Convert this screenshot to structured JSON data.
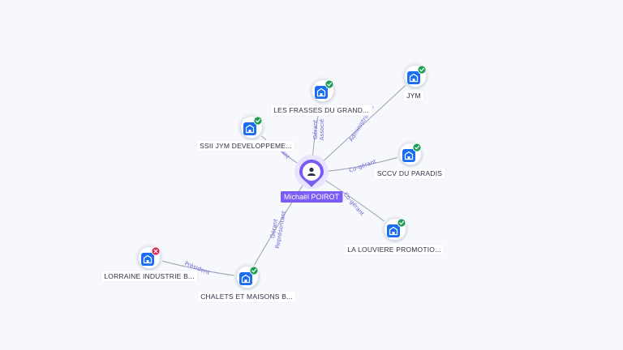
{
  "center": {
    "name": "Michaël POIROT",
    "icon": "person-icon",
    "color": "#7b5cf5"
  },
  "companies": [
    {
      "id": "les-frasses",
      "name": "LES FRASSES DU GRAND...",
      "status": "active"
    },
    {
      "id": "jym",
      "name": "JYM",
      "status": "active"
    },
    {
      "id": "ssii-jym",
      "name": "SSII JYM DEVELOPPEME...",
      "status": "active"
    },
    {
      "id": "sccv-paradis",
      "name": "SCCV DU PARADIS",
      "status": "active"
    },
    {
      "id": "la-louviere",
      "name": "LA LOUVIERE PROMOTIO...",
      "status": "active"
    },
    {
      "id": "lorraine-industrie",
      "name": "LORRAINE INDUSTRIE B...",
      "status": "closed"
    },
    {
      "id": "chalets-maisons",
      "name": "CHALETS ET MAISONS B...",
      "status": "active"
    }
  ],
  "relations": [
    {
      "from": "center",
      "to": "les-frasses",
      "label": "Gérant\nAssocié"
    },
    {
      "from": "center",
      "to": "jym",
      "label": "Administrateur"
    },
    {
      "from": "center",
      "to": "ssii-jym",
      "label": "Gérant"
    },
    {
      "from": "center",
      "to": "sccv-paradis",
      "label": "Co-gérant"
    },
    {
      "from": "center",
      "to": "la-louviere",
      "label": "Co-gérant"
    },
    {
      "from": "center",
      "to": "chalets-maisons",
      "label": "Gérant\nReprésentant"
    },
    {
      "from": "chalets-maisons",
      "to": "lorraine-industrie",
      "label": "Président"
    }
  ],
  "status_colors": {
    "active": "#1f9d55",
    "closed": "#e0264a",
    "company": "#1a6cf0",
    "edge": "#9aa0b4",
    "relation_label": "#6a63d8"
  },
  "icons": {
    "company": "building-icon",
    "active": "check-icon",
    "closed": "cross-icon"
  }
}
